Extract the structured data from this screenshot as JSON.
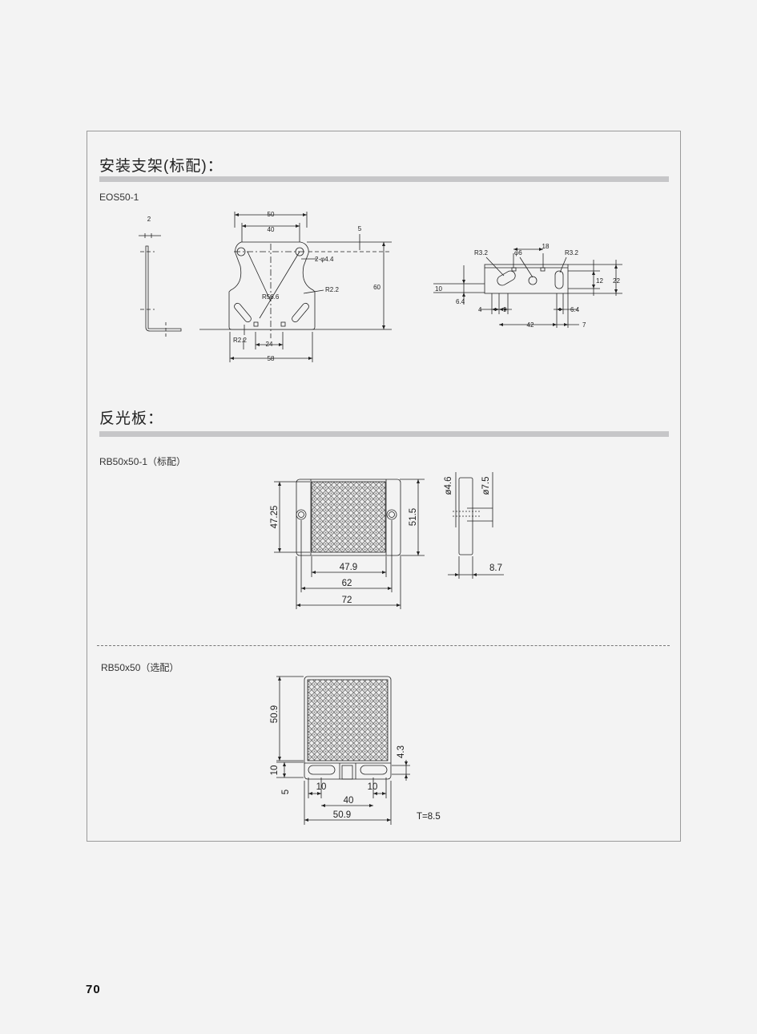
{
  "sections": {
    "bracket": {
      "title": "安装支架(标配)：",
      "model": "EOS50-1"
    },
    "reflector": {
      "title": "反光板："
    }
  },
  "drawings": {
    "bracket_side": {
      "thickness": "2"
    },
    "bracket_front": {
      "width_top": "50",
      "hole_spacing": "40",
      "top_offset": "5",
      "hole_spec": "2-φ4.4",
      "height": "60",
      "arc_radius": "R56.6",
      "slot_radius_right": "R2.2",
      "slot_radius_left": "R2.2",
      "slot_spacing": "24",
      "base_width": "58"
    },
    "bracket_top": {
      "slot_radius_left": "R3.2",
      "hole_dia": "φ6",
      "spacing_a": "18",
      "slot_radius_right": "R3.2",
      "dim_10": "10",
      "dim_6_4_left": "6.4",
      "dim_4": "4",
      "dim_9": "9",
      "dim_12": "12",
      "dim_22": "22",
      "dim_6_4_right": "6.4",
      "dim_42": "42",
      "dim_7": "7"
    },
    "rb50x50_1": {
      "label": "RB50x50-1（标配）",
      "height_inner": "47.25",
      "height_outer": "51.5",
      "width_reflect": "47.9",
      "width_holes": "62",
      "width_total": "72",
      "side_hole": "ø4.6",
      "side_counter": "ø7.5",
      "side_thickness": "8.7"
    },
    "rb50x50": {
      "label": "RB50x50（选配）",
      "height": "50.9",
      "tab_height": "10",
      "tab_offset": "5",
      "slot_offset": "4.3",
      "slot_len_left": "10",
      "slot_len_right": "10",
      "slot_spacing": "40",
      "width": "50.9",
      "thickness": "T=8.5"
    }
  },
  "page_number": "70"
}
